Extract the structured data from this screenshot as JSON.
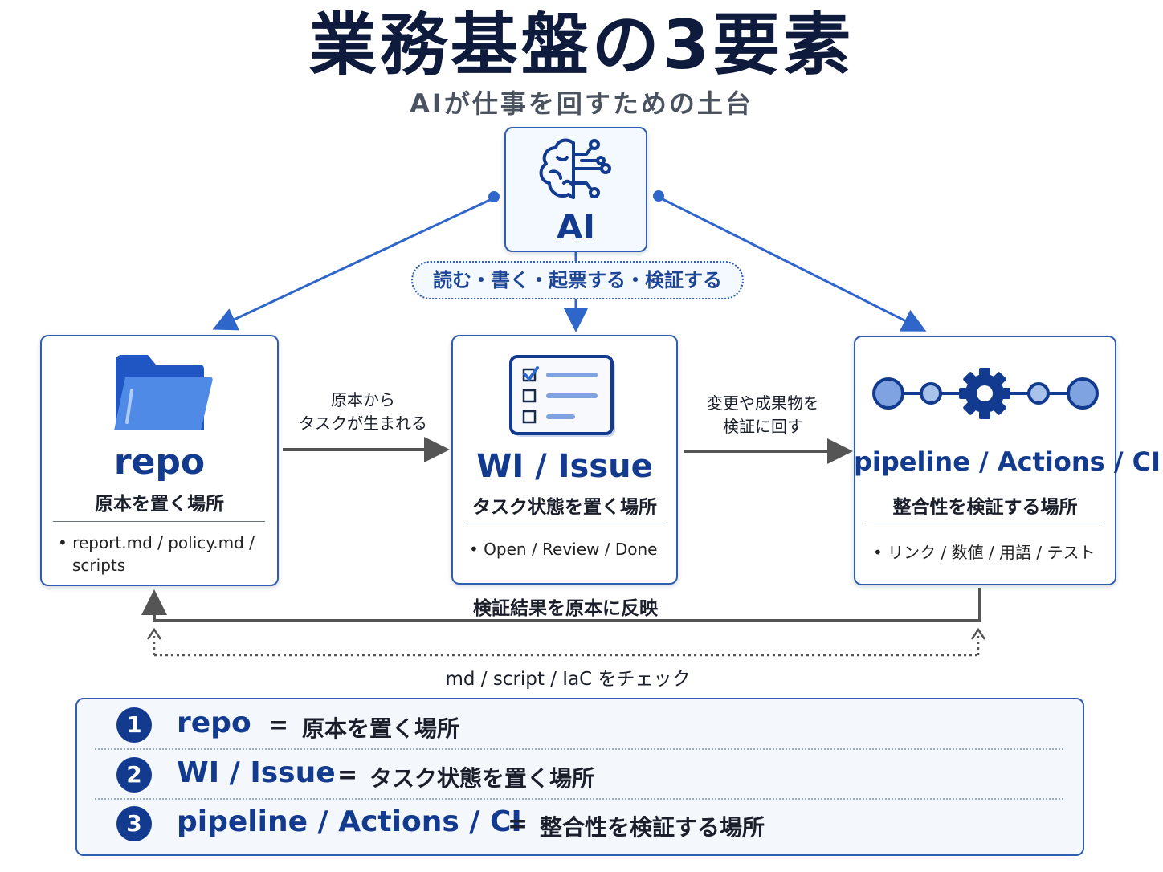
{
  "title": "業務基盤の3要素",
  "subtitle": "AIが仕事を回すための土台",
  "ai": {
    "label": "AI",
    "icon": "brain-circuit-icon",
    "actions": "読む・書く・起票する・検証する"
  },
  "cards": {
    "repo": {
      "title": "repo",
      "subtitle": "原本を置く場所",
      "bullet_line1": "report.md / policy.md /",
      "bullet_line2": "scripts",
      "icon": "folder-icon"
    },
    "wi": {
      "title": "WI / Issue",
      "subtitle": "タスク状態を置く場所",
      "bullet": "Open / Review / Done",
      "icon": "checklist-icon"
    },
    "pipeline": {
      "title": "pipeline / Actions / CI",
      "subtitle": "整合性を検証する場所",
      "bullet": "リンク / 数値 / 用語 / テスト",
      "icon": "pipeline-gear-icon"
    }
  },
  "flows": {
    "repo_to_wi_line1": "原本から",
    "repo_to_wi_line2": "タスクが生まれる",
    "wi_to_pipeline_line1": "変更や成果物を",
    "wi_to_pipeline_line2": "検証に回す",
    "feedback": "検証結果を原本に反映",
    "check": "md / script / IaC をチェック"
  },
  "legend": [
    {
      "num": "1",
      "name": "repo",
      "eq": "=",
      "desc": "原本を置く場所"
    },
    {
      "num": "2",
      "name": "WI / Issue",
      "eq": "=",
      "desc": "タスク状態を置く場所"
    },
    {
      "num": "3",
      "name": "pipeline / Actions / CI",
      "eq": "=",
      "desc": "整合性を検証する場所"
    }
  ],
  "colors": {
    "primary": "#123a8f",
    "accent": "#2f66c9",
    "arrow_gray": "#555555"
  }
}
